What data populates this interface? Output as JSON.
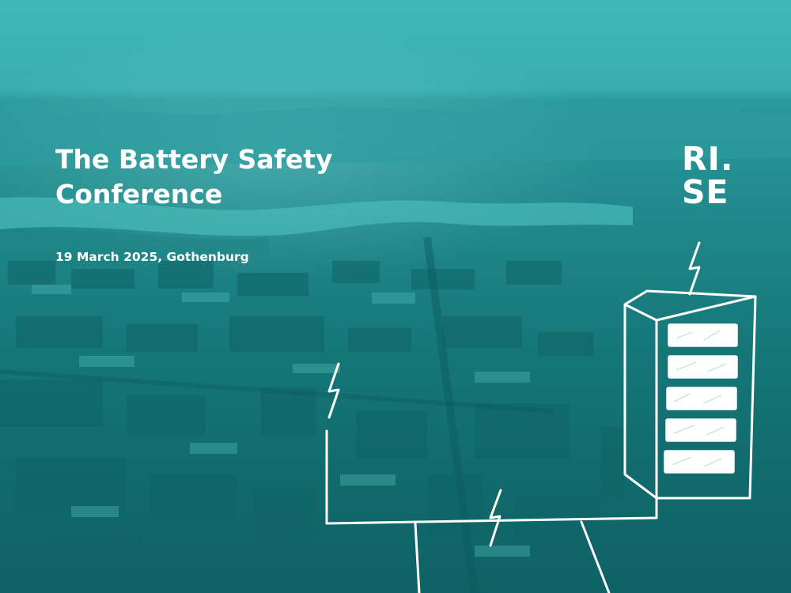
{
  "slide": {
    "title": "The Battery Safety Conference",
    "subtitle": "19 March 2025, Gothenburg"
  },
  "logo": {
    "line1": "RI.",
    "line2": "SE"
  },
  "colors": {
    "teal_tint": "#1e8a8c",
    "text": "#ffffff",
    "drawing": "#ffffff"
  },
  "illustration": {
    "battery_cell_count": 5,
    "lightning_icons": 3
  }
}
